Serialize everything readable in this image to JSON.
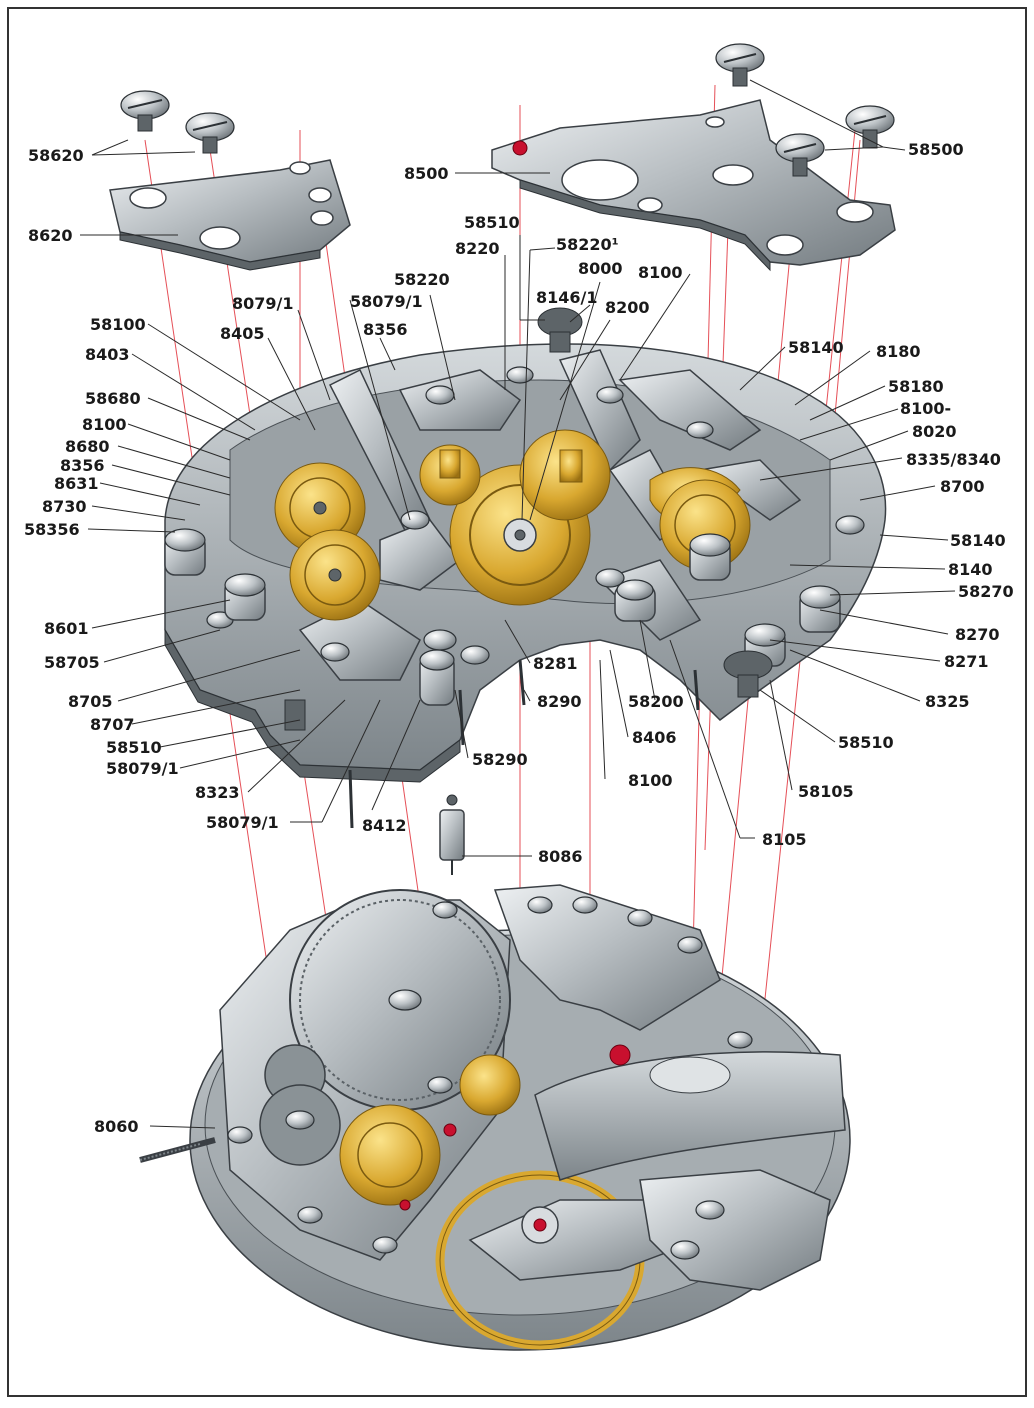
{
  "diagram": {
    "labels": [
      {
        "id": "58620",
        "text": "58620"
      },
      {
        "id": "8620",
        "text": "8620"
      },
      {
        "id": "8500",
        "text": "8500"
      },
      {
        "id": "58500",
        "text": "58500"
      },
      {
        "id": "58510a",
        "text": "58510"
      },
      {
        "id": "8220",
        "text": "8220"
      },
      {
        "id": "58220a",
        "text": "58220¹"
      },
      {
        "id": "8000",
        "text": "8000"
      },
      {
        "id": "8100a",
        "text": "8100"
      },
      {
        "id": "58220b",
        "text": "58220"
      },
      {
        "id": "8079_1a",
        "text": "8079/1"
      },
      {
        "id": "58079_1a",
        "text": "58079/1"
      },
      {
        "id": "8146_1",
        "text": "8146/1"
      },
      {
        "id": "8200",
        "text": "8200"
      },
      {
        "id": "58100",
        "text": "58100"
      },
      {
        "id": "8405",
        "text": "8405"
      },
      {
        "id": "8356a",
        "text": "8356"
      },
      {
        "id": "8403",
        "text": "8403"
      },
      {
        "id": "58140a",
        "text": "58140"
      },
      {
        "id": "8180",
        "text": "8180"
      },
      {
        "id": "58680",
        "text": "58680"
      },
      {
        "id": "58180",
        "text": "58180"
      },
      {
        "id": "8100b",
        "text": "8100"
      },
      {
        "id": "8100c",
        "text": "8100-"
      },
      {
        "id": "8680",
        "text": "8680"
      },
      {
        "id": "8020",
        "text": "8020"
      },
      {
        "id": "8356b",
        "text": "8356"
      },
      {
        "id": "8335_8340",
        "text": "8335/8340"
      },
      {
        "id": "8631",
        "text": "8631"
      },
      {
        "id": "8700",
        "text": "8700"
      },
      {
        "id": "8730",
        "text": "8730"
      },
      {
        "id": "58356",
        "text": "58356"
      },
      {
        "id": "58140b",
        "text": "58140"
      },
      {
        "id": "8140",
        "text": "8140"
      },
      {
        "id": "58270",
        "text": "58270"
      },
      {
        "id": "8601",
        "text": "8601"
      },
      {
        "id": "8270",
        "text": "8270"
      },
      {
        "id": "58705",
        "text": "58705"
      },
      {
        "id": "8281",
        "text": "8281"
      },
      {
        "id": "8271",
        "text": "8271"
      },
      {
        "id": "8705",
        "text": "8705"
      },
      {
        "id": "8290",
        "text": "8290"
      },
      {
        "id": "58200",
        "text": "58200"
      },
      {
        "id": "8325",
        "text": "8325"
      },
      {
        "id": "8707",
        "text": "8707"
      },
      {
        "id": "8406",
        "text": "8406"
      },
      {
        "id": "58510b",
        "text": "58510"
      },
      {
        "id": "58510c",
        "text": "58510"
      },
      {
        "id": "58079_1b",
        "text": "58079/1"
      },
      {
        "id": "58290",
        "text": "58290"
      },
      {
        "id": "8100d",
        "text": "8100"
      },
      {
        "id": "8323",
        "text": "8323"
      },
      {
        "id": "58105",
        "text": "58105"
      },
      {
        "id": "58079_1c",
        "text": "58079/1"
      },
      {
        "id": "8412",
        "text": "8412"
      },
      {
        "id": "8105",
        "text": "8105"
      },
      {
        "id": "8086",
        "text": "8086"
      },
      {
        "id": "8060",
        "text": "8060"
      }
    ],
    "colors": {
      "steel": "#b8bec2",
      "gold": "#d9a830",
      "jewel": "#c8102e",
      "guide": "#e0303a",
      "text": "#1a1a1a"
    }
  }
}
